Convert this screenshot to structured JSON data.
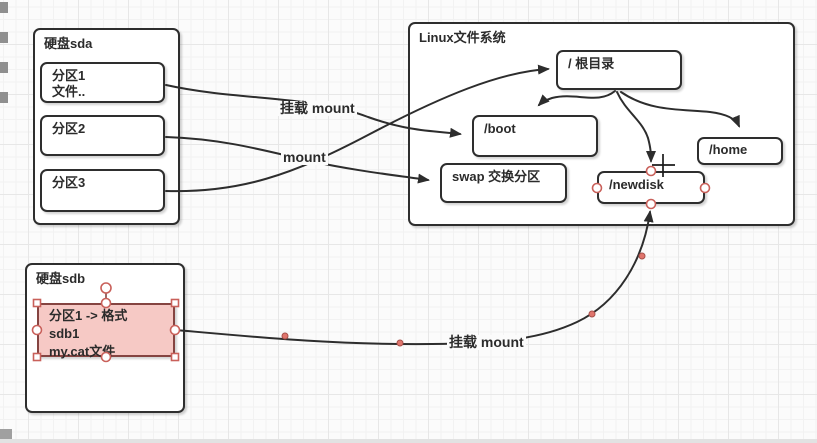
{
  "colors": {
    "stroke": "#2d2d2d",
    "canvas_bg": "#fbfbfb",
    "selection_red": "#c9605a",
    "pink_fill": "#f6c9c5",
    "pink_stroke": "#854441"
  },
  "sda": {
    "title": "硬盘sda",
    "partition1_line1": "分区1",
    "partition1_line2": "文件..",
    "partition2": "分区2",
    "partition3": "分区3"
  },
  "linux": {
    "title": "Linux文件系统",
    "root": "/ 根目录",
    "boot": "/boot",
    "swap": "swap 交换分区",
    "newdisk": "/newdisk",
    "home": "/home"
  },
  "sdb": {
    "title": "硬盘sdb",
    "partition_line1": "分区1 -> 格式",
    "partition_line2": "sdb1",
    "partition_line3": "my.cat文件"
  },
  "edge_labels": {
    "p1_to_boot": "挂载 mount",
    "p3_to_root": "mount",
    "sdb1_to_newdisk": "挂载 mount"
  }
}
